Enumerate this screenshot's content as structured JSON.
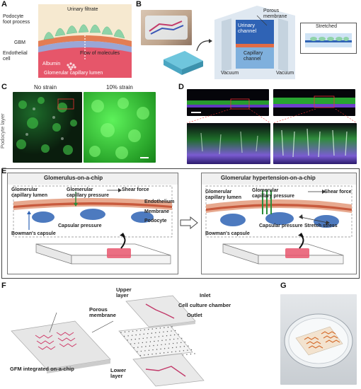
{
  "panels": {
    "a": "A",
    "b": "B",
    "c": "C",
    "d": "D",
    "e": "E",
    "f": "F",
    "g": "G"
  },
  "panel_a": {
    "urinary_filtrate": "Urinary filtrate",
    "podocyte_foot_process": "Podocyte\nfoot process",
    "gbm": "GBM",
    "endothelial_cell": "Endothelial\ncell",
    "flow_of_molecules": "Flow of molecules",
    "albumin": "Albumin",
    "glomerular_lumen": "Glomerular capillary lumen"
  },
  "panel_b": {
    "porous_membrane": "Porous\nmembrane",
    "urinary_channel": "Urinary\nchannel",
    "capillary_channel": "Capillary\nchannel",
    "vacuum_left": "Vacuum",
    "vacuum_right": "Vacuum",
    "stretched": "Stretched"
  },
  "panel_c": {
    "no_strain": "No strain",
    "ten_strain": "10% strain",
    "podocyte_layer": "Podocyte layer"
  },
  "panel_e": {
    "left": {
      "title": "Glomerulus-on-a-chip",
      "glomerular_lumen": "Glomerular\ncapillary lumen",
      "capillary_pressure": "Glomerular\ncapillary pressure",
      "shear_force": "Shear force",
      "endothelium": "Endothelium",
      "membrane": "Membrane",
      "podocyte": "Podocyte",
      "capsular_pressure": "Capsular pressure",
      "bowmans_capsule": "Bowman's capsule"
    },
    "right": {
      "title": "Glomerular  hypertension-on-a-chip",
      "glomerular_lumen": "Glomerular\ncapillary lumen",
      "capillary_pressure": "Glomerular\ncapillary pressure",
      "shear_force": "Shear force",
      "capsular_pressure": "Capsular pressure",
      "stretch_stress": "Stretch stress",
      "bowmans_capsule": "Bowman's capsule"
    }
  },
  "panel_f": {
    "upper_layer": "Upper\nlayer",
    "inlet": "Inlet",
    "cell_culture_chamber": "Cell culture chamber",
    "outlet": "Outlet",
    "porous_membrane": "Porous\nmembrane",
    "gfm_integrated": "GFM integrated on-a-chip",
    "lower_layer": "Lower\nlayer"
  },
  "colors": {
    "podocyte": "#8fd3a8",
    "gbm": "#e57b55",
    "lumen": "#e7566d",
    "channel_blue": "#2f63b5",
    "fluor_green": "#39d23a",
    "chip_red": "#d43d6a"
  }
}
